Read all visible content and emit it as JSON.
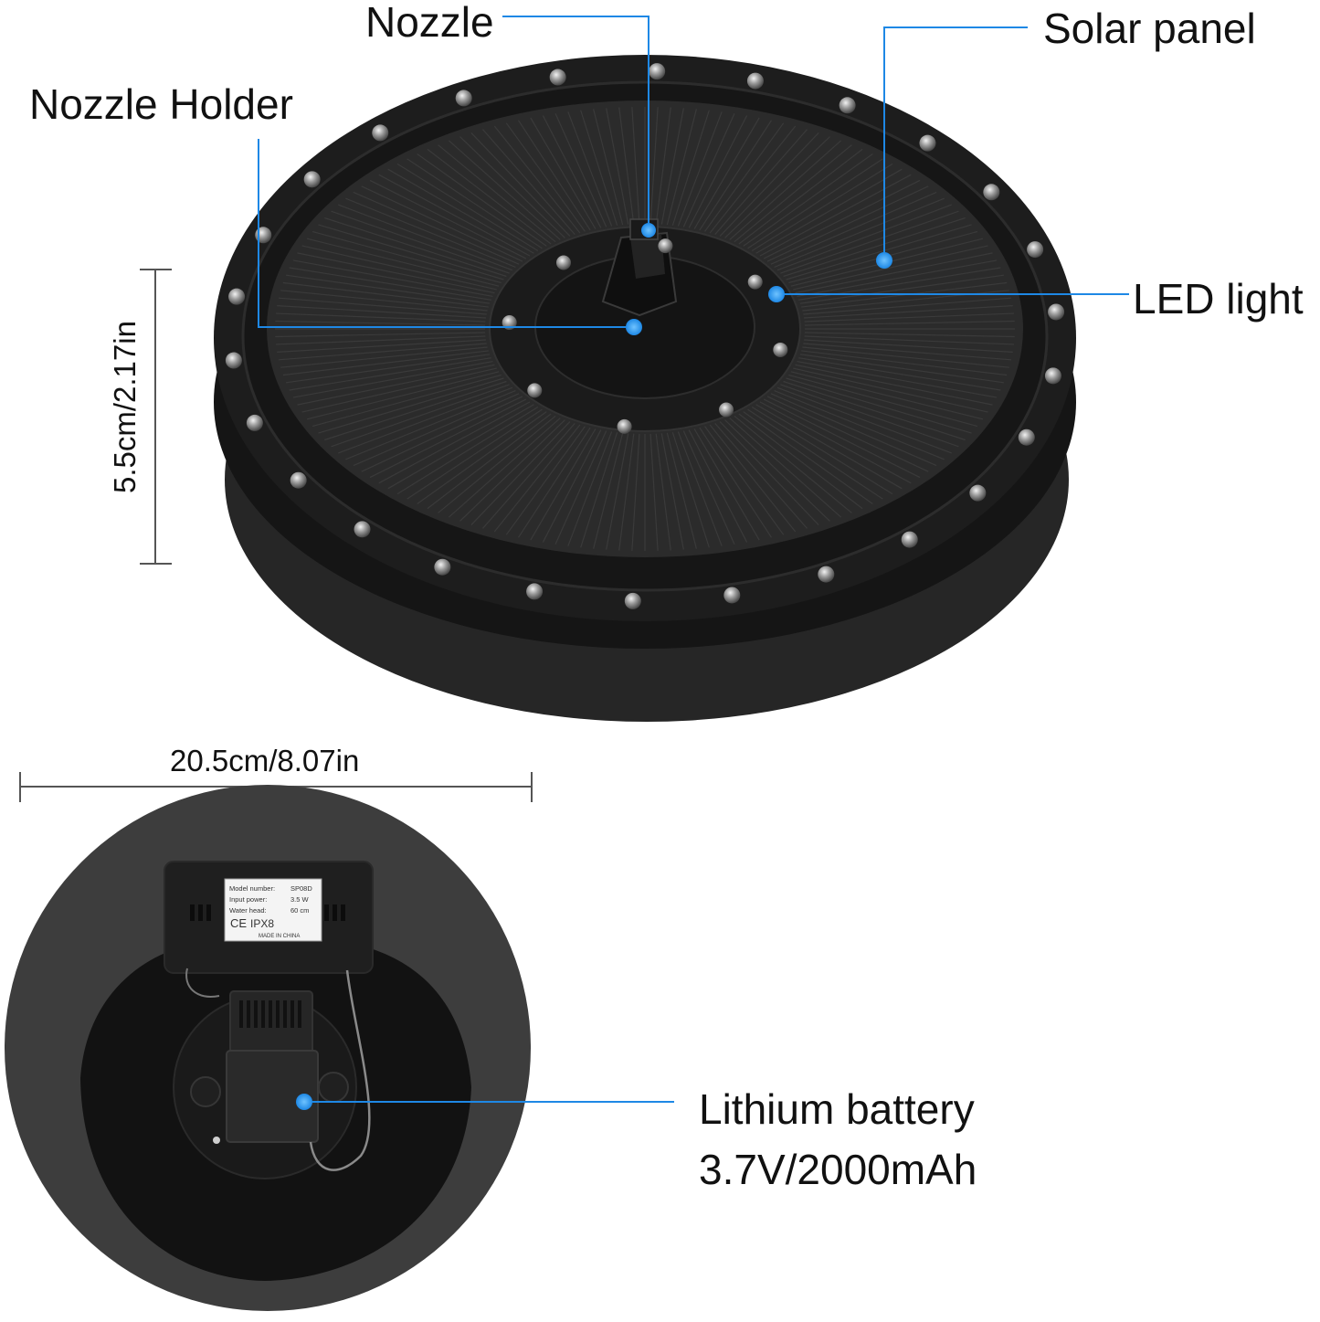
{
  "labels": {
    "nozzle": "Nozzle",
    "solar_panel": "Solar panel",
    "nozzle_holder": "Nozzle Holder",
    "led_light": "LED light",
    "height": "5.5cm/2.17in",
    "width": "20.5cm/8.07in",
    "battery_line1": "Lithium battery",
    "battery_line2": "3.7V/2000mAh"
  },
  "spec_label": {
    "model_number_label": "Model number:",
    "model_number_value": "SP08D",
    "input_power_label": "Input power:",
    "input_power_value": "3.5 W",
    "water_head_label": "Water head:",
    "water_head_value": "60 cm",
    "ce_mark": "CE",
    "ip_rating": "IPX8",
    "origin": "MADE IN CHINA"
  },
  "colors": {
    "callout": "#1e88e5",
    "body": "#1c1c1c",
    "foam": "#3e3e3e"
  }
}
